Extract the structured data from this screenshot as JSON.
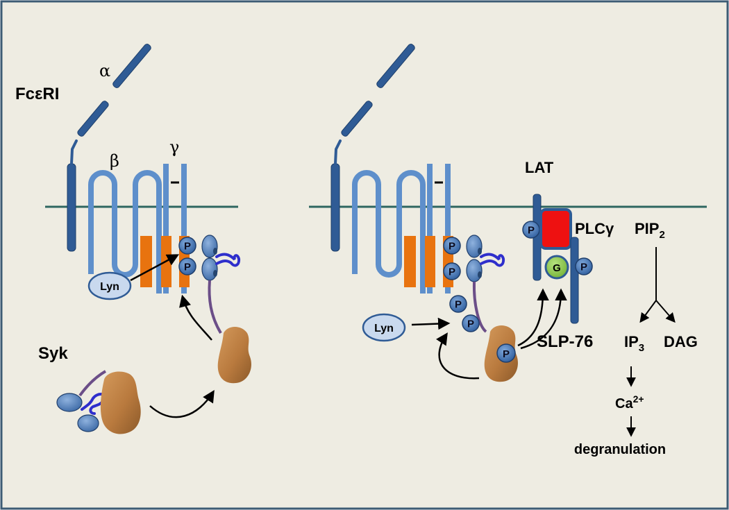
{
  "colors": {
    "background": "#EEECE2",
    "border": "#3C5B74",
    "membrane": "#2E6660",
    "receptor_dark": "#2F5B95",
    "receptor_light": "#5E8FCB",
    "itam_orange": "#E8730F",
    "phospho_fill": "#3E73B6",
    "kinase_brown": "#B97A3E",
    "linker_purple": "#6B4E88",
    "loop_blue": "#2E2ECC",
    "plc_red": "#EE1111",
    "g_green": "#93D14F",
    "lyn_fill": "#C9D9EE"
  },
  "labels": {
    "fceri": "FcεRI",
    "alpha": "α",
    "beta": "β",
    "gamma": "γ",
    "lyn": "Lyn",
    "syk": "Syk",
    "lat": "LAT",
    "plc_gamma": "PLCγ",
    "pip2_main": "PIP",
    "pip2_sub": "2",
    "ip3_main": "IP",
    "ip3_sub": "3",
    "dag": "DAG",
    "slp76": "SLP-76",
    "ca_main": "Ca",
    "ca_sup": "2+",
    "degranulation": "degranulation",
    "p": "P",
    "g": "G"
  }
}
